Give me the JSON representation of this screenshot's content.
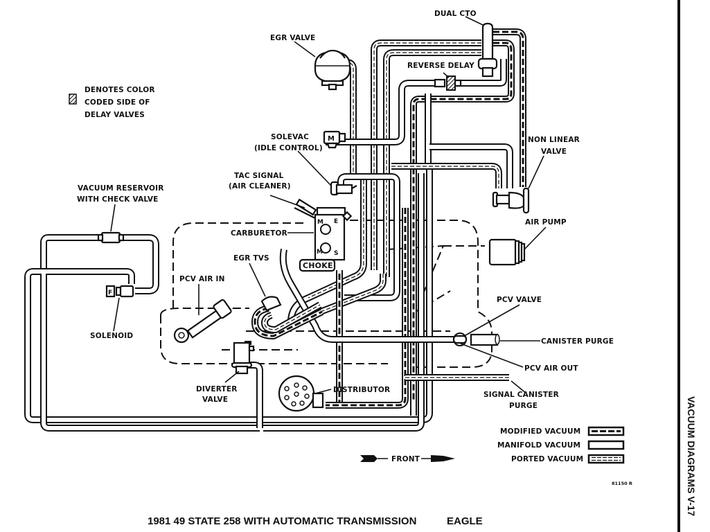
{
  "title": "1981 49 STATE 258 WITH AUTOMATIC TRANSMISSION",
  "model": "EAGLE",
  "side_tab": "VACUUM DIAGRAMS   V-17",
  "figure_code": "81150 R",
  "front_label": "FRONT",
  "note": {
    "line1": "DENOTES COLOR",
    "line2": "CODED SIDE OF",
    "line3": "DELAY VALVES"
  },
  "labels": {
    "dual_cto": "DUAL CTO",
    "egr_valve": "EGR VALVE",
    "reverse_delay": "REVERSE DELAY",
    "solevac_1": "SOLEVAC",
    "solevac_2": "(IDLE CONTROL)",
    "non_linear_1": "NON LINEAR",
    "non_linear_2": "VALVE",
    "tac_signal_1": "TAC SIGNAL",
    "tac_signal_2": "(AIR CLEANER)",
    "vacuum_reservoir_1": "VACUUM RESERVOIR",
    "vacuum_reservoir_2": "WITH CHECK VALVE",
    "air_pump": "AIR PUMP",
    "carburetor": "CARBURETOR",
    "egr_tvs": "EGR TVS",
    "choke": "CHOKE",
    "pcv_air_in": "PCV AIR IN",
    "solenoid": "SOLENOID",
    "pcv_valve": "PCV VALVE",
    "canister_purge": "CANISTER PURGE",
    "pcv_air_out": "PCV AIR OUT",
    "diverter_1": "DIVERTER",
    "diverter_2": "VALVE",
    "distributor": "DISTRIBUTOR",
    "signal_canister_1": "SIGNAL CANISTER",
    "signal_canister_2": "PURGE",
    "carb_port_m": "M",
    "carb_port_e": "E",
    "carb_port_s": "S",
    "solenoid_f": "F",
    "solevac_m": "M"
  },
  "legend": [
    {
      "label": "MODIFIED VACUUM",
      "style": "modified"
    },
    {
      "label": "MANIFOLD VACUUM",
      "style": "manifold"
    },
    {
      "label": "PORTED VACUUM",
      "style": "ported"
    }
  ]
}
